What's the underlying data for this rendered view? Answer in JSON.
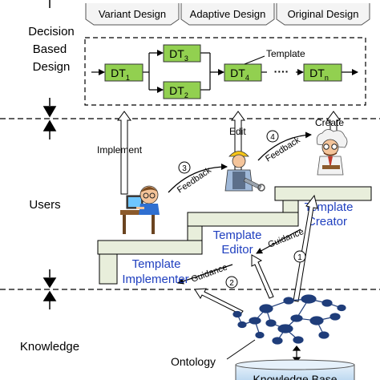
{
  "design_types": [
    "Variant Design",
    "Adaptive Design",
    "Original Design"
  ],
  "layers": {
    "decision": [
      "Decision",
      "Based",
      "Design"
    ],
    "users": "Users",
    "knowledge": "Knowledge"
  },
  "decision_tree": {
    "nodes": [
      {
        "base": "DT",
        "sub": "1"
      },
      {
        "base": "DT",
        "sub": "3"
      },
      {
        "base": "DT",
        "sub": "2"
      },
      {
        "base": "DT",
        "sub": "4"
      },
      {
        "base": "DT",
        "sub": "n"
      }
    ],
    "ellipsis": "····",
    "template_label": "Template"
  },
  "arrows": {
    "implement": "Implement",
    "edit": "Edit",
    "create": "Create",
    "feedback_1": "Feedback",
    "feedback_2": "Feedback",
    "guidance_1": "Guidance",
    "guidance_2": "Guidance"
  },
  "step_numbers": [
    "①",
    "②",
    "③",
    "④"
  ],
  "roles": {
    "implementer": [
      "Template",
      "Implementer"
    ],
    "editor": [
      "Template",
      "Editor"
    ],
    "creator": [
      "Template",
      "Creator"
    ]
  },
  "knowledge": {
    "ontology": "Ontology",
    "knowledge_base": "Knowledge Base"
  },
  "colors": {
    "node_fill": "#92d050",
    "role_text": "#1f3fbf",
    "stair_fill": "#e8eedb",
    "ontology_node": "#1f3d7a",
    "kb_fill": "#cfe3f5"
  }
}
